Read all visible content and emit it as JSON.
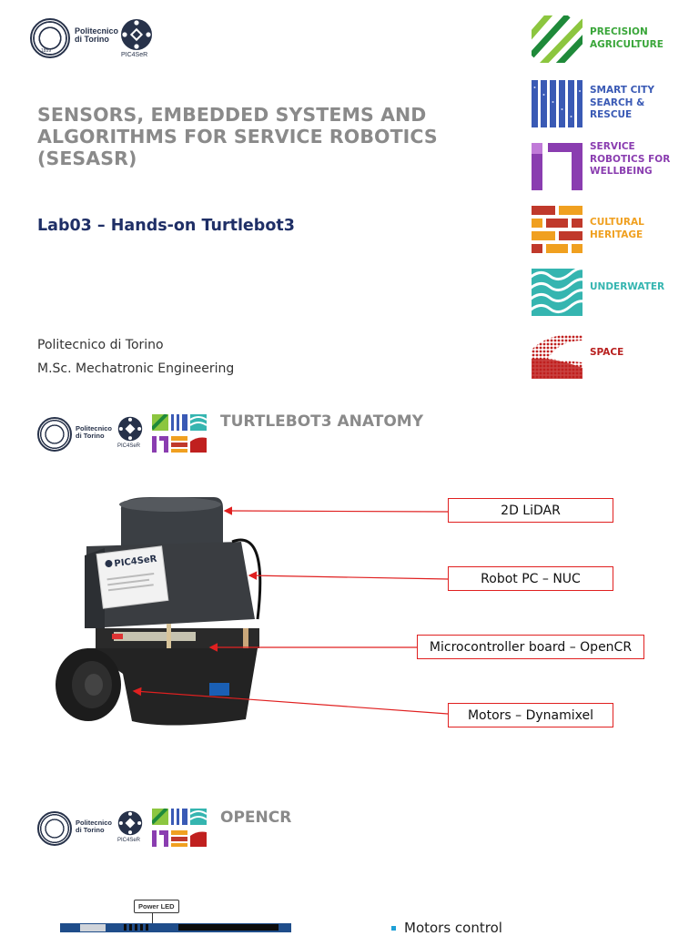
{
  "slide1": {
    "university": [
      "Politecnico",
      "di Torino"
    ],
    "seal_year": "1859",
    "center": "PIC4SeR",
    "title": "SENSORS, EMBEDDED SYSTEMS AND ALGORITHMS FOR SERVICE ROBOTICS (SESASR)",
    "subtitle": "Lab03 – Hands-on Turtlebot3",
    "affiliation_line1": "Politecnico di Torino",
    "affiliation_line2": "M.Sc. Mechatronic Engineering",
    "categories": [
      {
        "label": "PRECISION AGRICULTURE",
        "color": "#3aa63a",
        "icon": "precision-agriculture-icon"
      },
      {
        "label": "SMART CITY SEARCH & RESCUE",
        "color": "#3a5ab5",
        "icon": "smart-city-icon"
      },
      {
        "label": "SERVICE ROBOTICS FOR WELLBEING",
        "color": "#8a3db0",
        "icon": "service-robotics-icon"
      },
      {
        "label": "CULTURAL HERITAGE",
        "color": "#f0a020",
        "icon": "cultural-heritage-icon"
      },
      {
        "label": "UNDERWATER",
        "color": "#35b5b0",
        "icon": "underwater-icon"
      },
      {
        "label": "SPACE",
        "color": "#b8201f",
        "icon": "space-icon"
      }
    ]
  },
  "slide2": {
    "university": [
      "Politecnico",
      "di Torino"
    ],
    "center": "PIC4SeR",
    "heading": "TURTLEBOT3 ANATOMY",
    "robot_tag": "PIC4SeR",
    "callouts": [
      {
        "label": "2D LiDAR"
      },
      {
        "label": "Robot PC – NUC"
      },
      {
        "label": "Microcontroller board – OpenCR"
      },
      {
        "label": "Motors – Dynamixel"
      }
    ]
  },
  "slide3": {
    "university": [
      "Politecnico",
      "di Torino"
    ],
    "center": "PIC4SeR",
    "heading": "OPENCR",
    "power_led_label": "Power LED",
    "bullets": [
      "Motors control"
    ]
  }
}
